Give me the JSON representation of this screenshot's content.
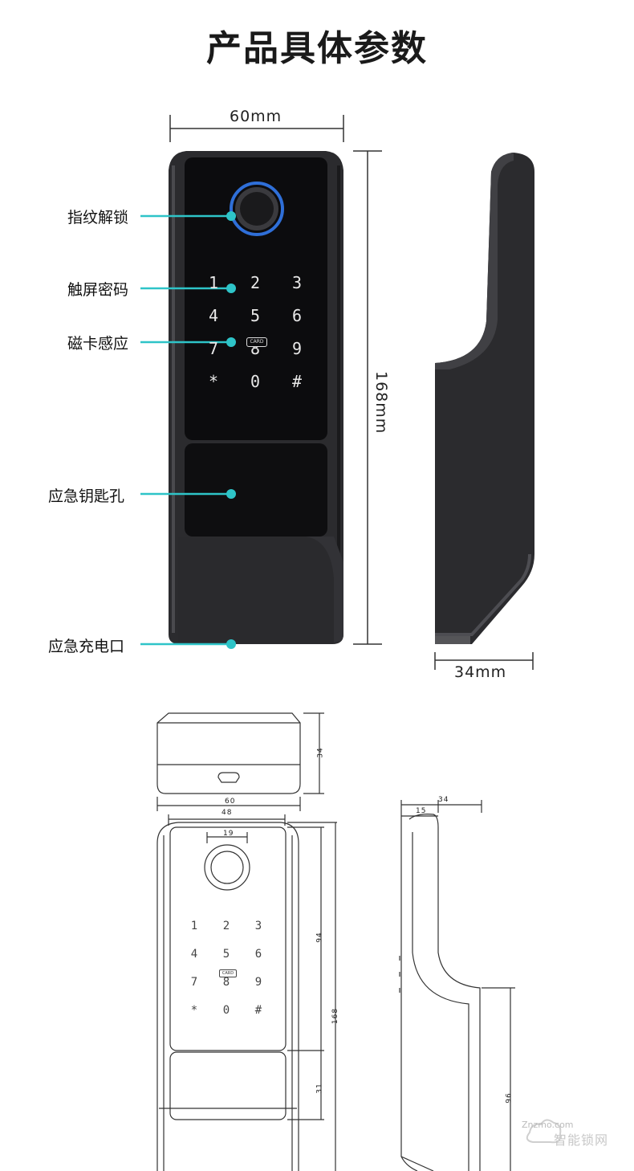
{
  "title": "产品具体参数",
  "callouts": {
    "fingerprint": "指纹解锁",
    "touch": "触屏密码",
    "card": "磁卡感应",
    "key": "应急钥匙孔",
    "charge": "应急充电口"
  },
  "dimensions_top": {
    "width": "60mm",
    "height": "168mm",
    "depth": "34mm"
  },
  "keypad": [
    "1",
    "2",
    "3",
    "4",
    "5",
    "6",
    "7",
    "8",
    "9",
    "*",
    "0",
    "#"
  ],
  "card_label": "CARD",
  "drawing_dims": {
    "top_depth": "34",
    "top_width": "60",
    "face_width": "48",
    "finger_dia": "19",
    "panel_height": "94",
    "total_height": "168",
    "key_height": "31",
    "side_depth": "34",
    "side_upper": "15",
    "side_lower": "96"
  },
  "watermark": {
    "small": "Znzmo.com",
    "large": "智能锁网"
  },
  "colors": {
    "accent": "#2ec4c8",
    "ring": "#2f6fd8",
    "body": "#2b2b2e",
    "panel": "#0c0c0e"
  }
}
